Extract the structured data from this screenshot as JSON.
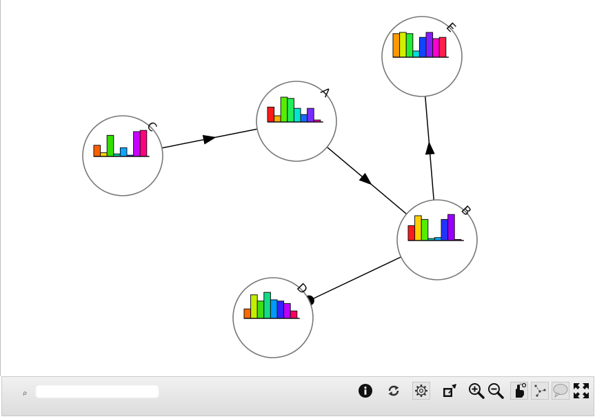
{
  "graph": {
    "nodes": [
      {
        "id": "C",
        "label": "C",
        "histogram": [
          {
            "v": 0.45,
            "c": "#ff5e00"
          },
          {
            "v": 0.15,
            "c": "#ffd400"
          },
          {
            "v": 0.85,
            "c": "#33dd00"
          },
          {
            "v": 0.1,
            "c": "#00c8aa"
          },
          {
            "v": 0.35,
            "c": "#0aa6ff"
          },
          {
            "v": 0.05,
            "c": "#2233ff"
          },
          {
            "v": 1.0,
            "c": "#c800ff"
          },
          {
            "v": 1.05,
            "c": "#ff0080"
          }
        ]
      },
      {
        "id": "A",
        "label": "A",
        "histogram": [
          {
            "v": 0.6,
            "c": "#ff1a1a"
          },
          {
            "v": 0.25,
            "c": "#ffb000"
          },
          {
            "v": 1.0,
            "c": "#55ee00"
          },
          {
            "v": 0.95,
            "c": "#22ee55"
          },
          {
            "v": 0.55,
            "c": "#00e5d0"
          },
          {
            "v": 0.3,
            "c": "#1a66ff"
          },
          {
            "v": 0.55,
            "c": "#7a2bff"
          },
          {
            "v": 0.08,
            "c": "#ff00aa"
          }
        ]
      },
      {
        "id": "E",
        "label": "E",
        "histogram": [
          {
            "v": 0.95,
            "c": "#ff9900"
          },
          {
            "v": 1.0,
            "c": "#d4ee00"
          },
          {
            "v": 0.95,
            "c": "#22ee33"
          },
          {
            "v": 0.25,
            "c": "#00dddd"
          },
          {
            "v": 0.8,
            "c": "#1144ff"
          },
          {
            "v": 1.0,
            "c": "#8a1bff"
          },
          {
            "v": 0.75,
            "c": "#ff00cc"
          },
          {
            "v": 0.8,
            "c": "#ff1f4b"
          }
        ]
      },
      {
        "id": "B",
        "label": "B",
        "histogram": [
          {
            "v": 0.6,
            "c": "#ff1a1a"
          },
          {
            "v": 1.0,
            "c": "#ffd000"
          },
          {
            "v": 0.85,
            "c": "#55ee00"
          },
          {
            "v": 0.08,
            "c": "#00c8aa"
          },
          {
            "v": 0.12,
            "c": "#00a8ff"
          },
          {
            "v": 0.85,
            "c": "#2233ff"
          },
          {
            "v": 1.05,
            "c": "#9a00ff"
          },
          {
            "v": 0.02,
            "c": "#ff0080"
          }
        ]
      },
      {
        "id": "D",
        "label": "D",
        "histogram": [
          {
            "v": 0.38,
            "c": "#ff6a00"
          },
          {
            "v": 0.95,
            "c": "#c4ee00"
          },
          {
            "v": 0.7,
            "c": "#44dd11"
          },
          {
            "v": 1.05,
            "c": "#11dd88"
          },
          {
            "v": 0.75,
            "c": "#0099ff"
          },
          {
            "v": 0.7,
            "c": "#3322ff"
          },
          {
            "v": 0.6,
            "c": "#bb00ff"
          },
          {
            "v": 0.3,
            "c": "#ff0060"
          }
        ]
      }
    ],
    "edges": [
      {
        "from": "C",
        "to": "A",
        "type": "arrow"
      },
      {
        "from": "A",
        "to": "B",
        "type": "arrow"
      },
      {
        "from": "B",
        "to": "E",
        "type": "arrow"
      },
      {
        "from": "B",
        "to": "D",
        "type": "dot"
      }
    ]
  },
  "toolbar": {
    "search_placeholder": "",
    "search_value": "",
    "icons": [
      "search-icon",
      "info-icon",
      "refresh-icon",
      "settings-icon",
      "export-icon",
      "zoom-in-icon",
      "zoom-out-icon",
      "pointer-mode-icon",
      "layout-mode-icon",
      "tooltip-mode-icon",
      "fullscreen-icon"
    ]
  }
}
